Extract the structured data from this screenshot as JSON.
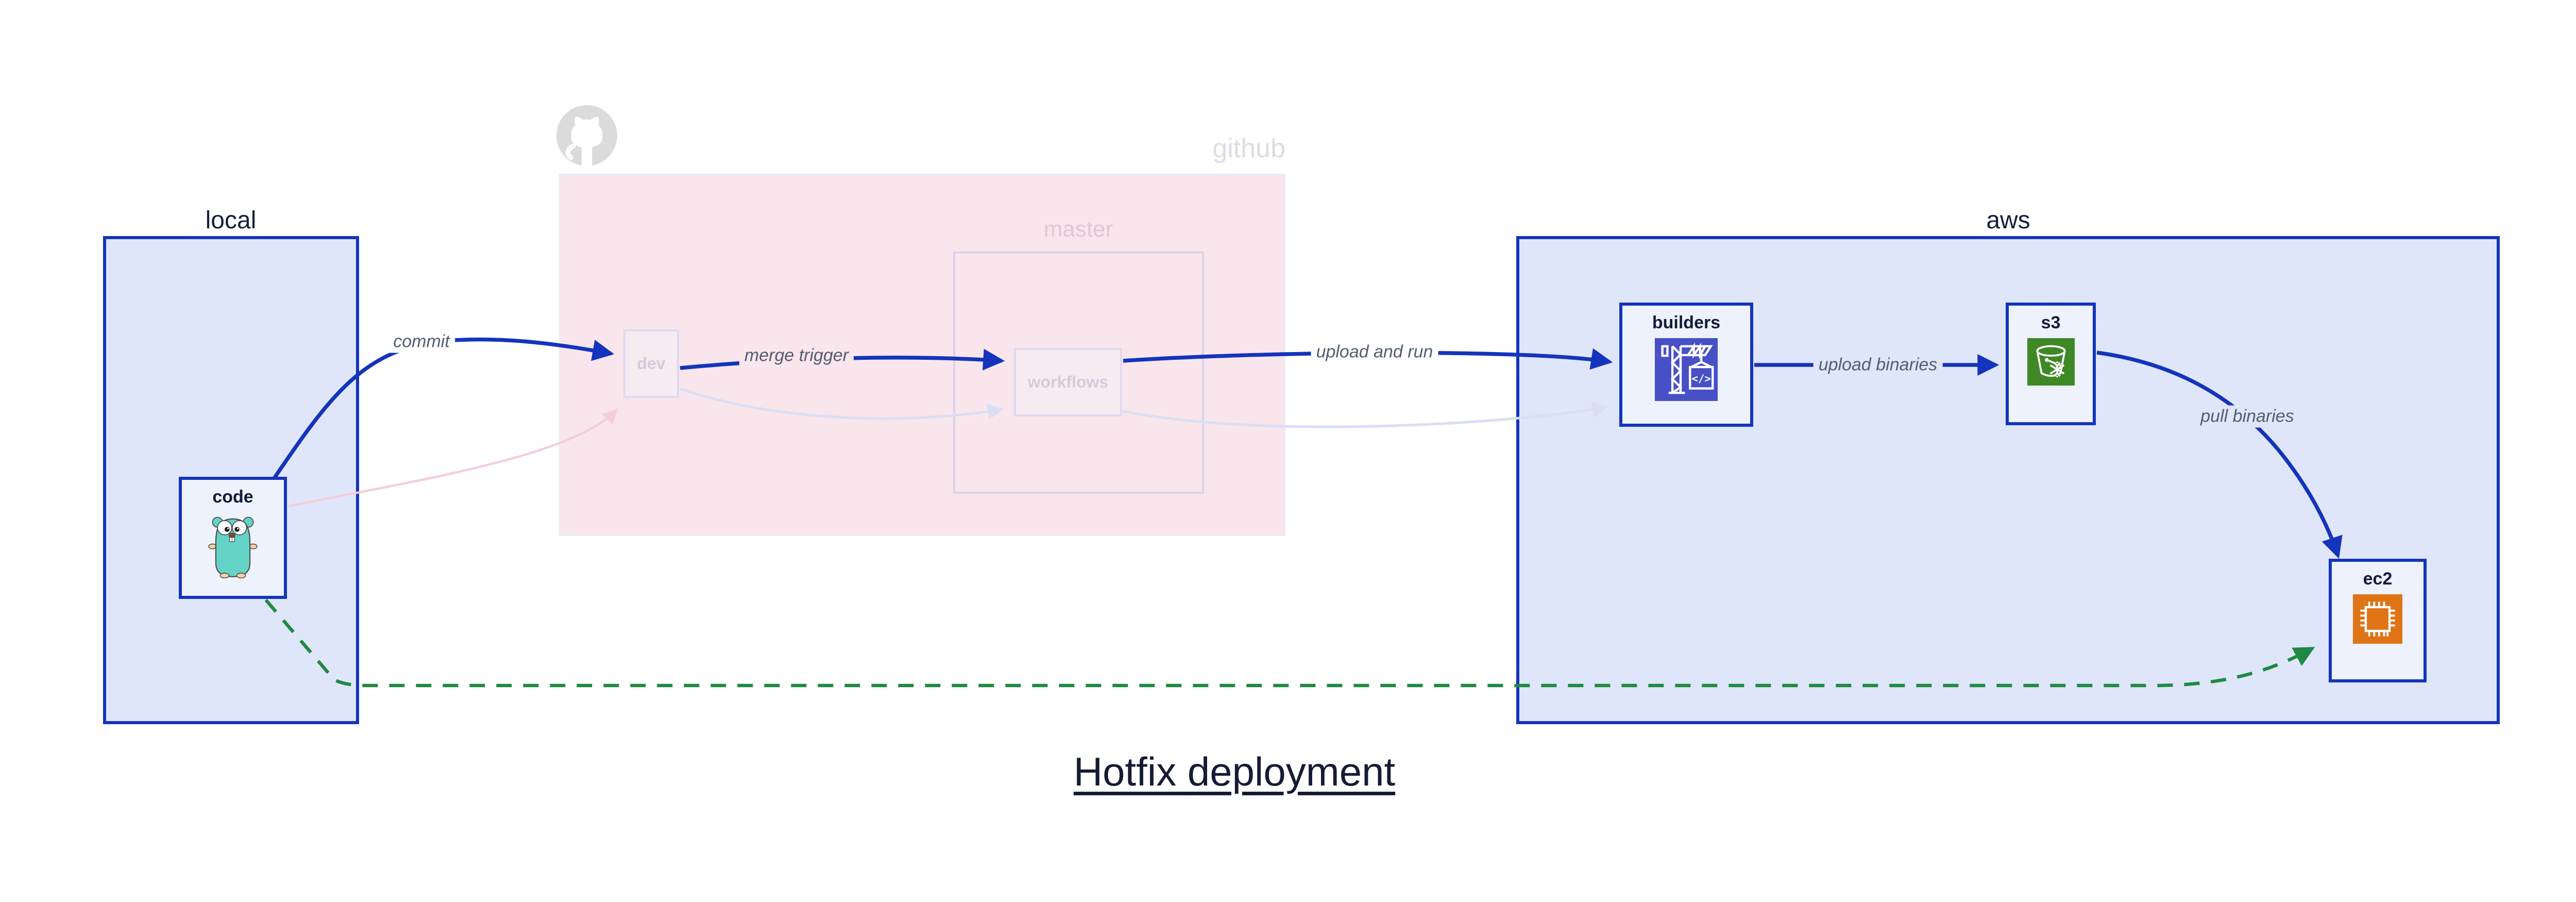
{
  "title": "Hotfix deployment",
  "regions": {
    "local": {
      "label": "local"
    },
    "github": {
      "label": "github"
    },
    "master": {
      "label": "master"
    },
    "aws": {
      "label": "aws"
    }
  },
  "nodes": {
    "code": {
      "label": "code"
    },
    "dev": {
      "label": "dev"
    },
    "workflows": {
      "label": "workflows"
    },
    "builders": {
      "label": "builders"
    },
    "s3": {
      "label": "s3"
    },
    "ec2": {
      "label": "ec2"
    }
  },
  "edges": {
    "commit": {
      "label": "commit"
    },
    "merge_trigger": {
      "label": "merge trigger"
    },
    "upload_and_run": {
      "label": "upload and run"
    },
    "upload_binaries": {
      "label": "upload binaries"
    },
    "pull_binaries": {
      "label": "pull binaries"
    },
    "hotfix_direct": {
      "label": ""
    }
  },
  "icons": {
    "gopher": "go-gopher-icon",
    "octocat": "github-octocat-icon",
    "codebuild": "aws-codebuild-crane-icon",
    "codebuild_glyph": "</>",
    "s3": "aws-s3-bucket-icon",
    "ec2": "aws-ec2-chip-icon"
  },
  "colors": {
    "active_edge_blue": "#1434bb",
    "box_border_blue": "#1434bb",
    "region_fill": "#dfe6f9",
    "node_fill": "#eef2fc",
    "github_fill": "#f9e5ec",
    "master_border": "#d9d2e9",
    "faded_node_border": "#ded9ee",
    "faded_edge_lavender": "#d9def3",
    "faded_edge_pink": "#f3ced9",
    "hotfix_edge_green": "#1f8943",
    "codebuild_icon_bg": "#4750c5",
    "s3_icon_bg": "#3e8825",
    "ec2_icon_bg": "#df7417",
    "gopher_teal": "#63d3c8",
    "octocat_gray": "#dbdbdb",
    "node_label_text": "#131c3b",
    "region_label_text": "#14203c",
    "edge_label_text": "#525e70",
    "title_text": "#151b33"
  }
}
